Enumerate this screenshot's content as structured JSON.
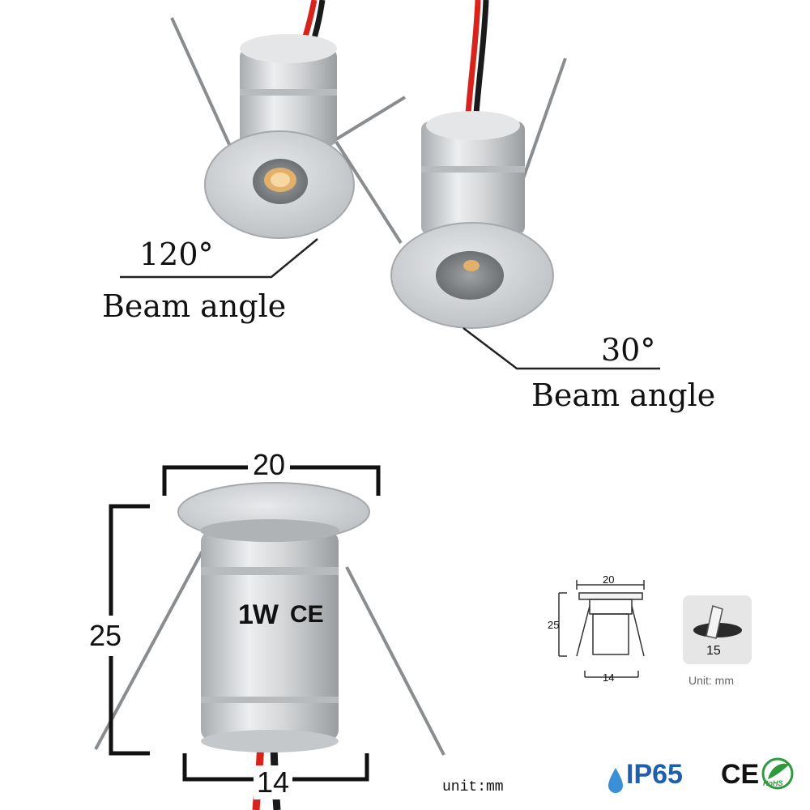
{
  "top": {
    "left_light": {
      "angle": "120°",
      "label": "Beam angle"
    },
    "right_light": {
      "angle": "30°",
      "label": "Beam angle"
    }
  },
  "bottom": {
    "dim_width": "20",
    "dim_height": "25",
    "dim_base": "14",
    "marking": "1W",
    "unit": "unit:mm"
  },
  "diagram": {
    "width": "20",
    "height": "25",
    "base": "14",
    "cutout": "15",
    "unit": "Unit: mm"
  },
  "badges": {
    "ip": "IP65",
    "ce": "CE",
    "rohs": "RoHS"
  },
  "colors": {
    "aluminum": "#d6d8da",
    "wire_red": "#d8221c",
    "wire_black": "#1a1a1a",
    "ip_blue": "#1e5fae"
  }
}
